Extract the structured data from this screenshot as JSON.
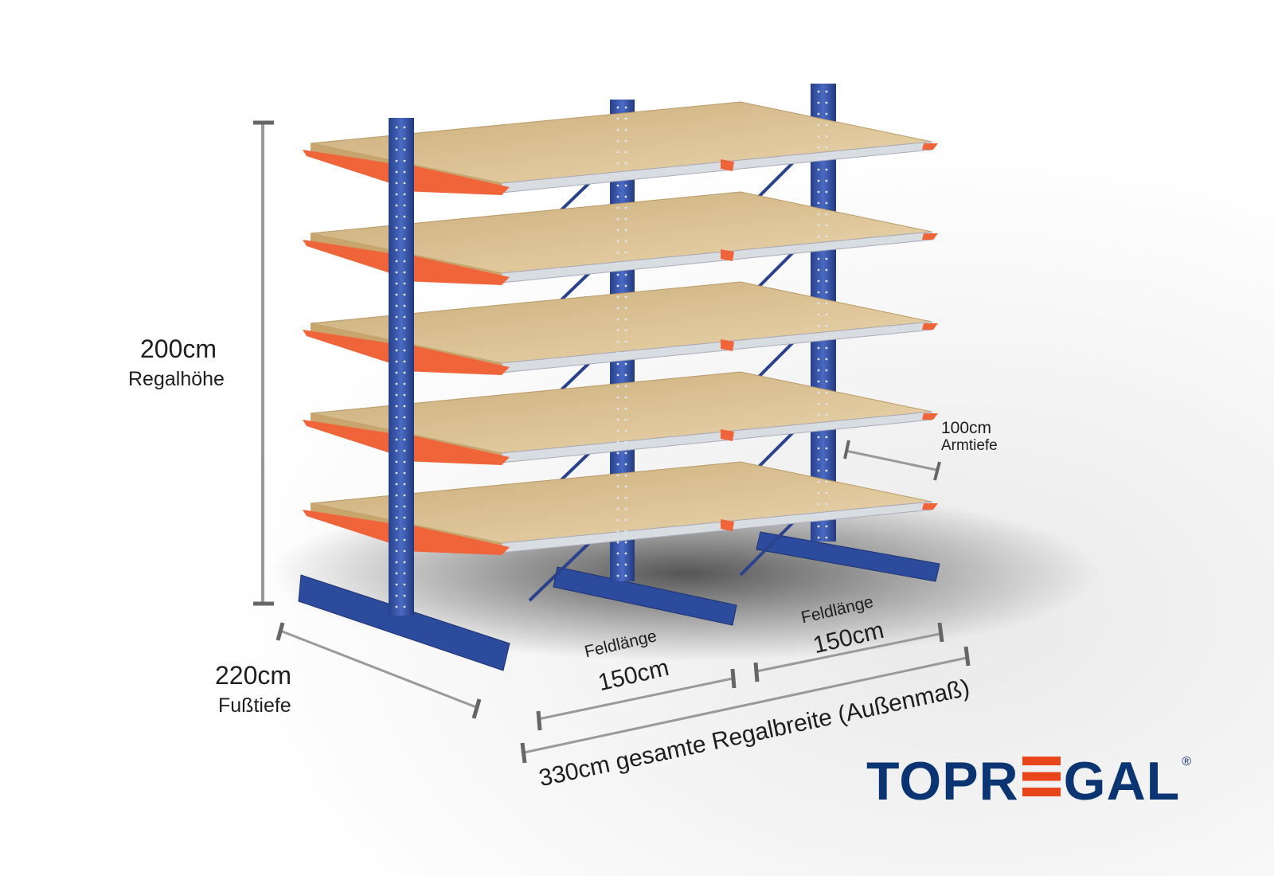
{
  "height_label": {
    "value": "200cm",
    "caption": "Regalhöhe"
  },
  "foot_depth_label": {
    "value": "220cm",
    "caption": "Fußtiefe"
  },
  "arm_depth_label": {
    "value": "100cm",
    "caption": "Armtiefe"
  },
  "bay_1": {
    "caption": "Feldlänge",
    "value": "150cm"
  },
  "bay_2": {
    "caption": "Feldlänge",
    "value": "150cm"
  },
  "total_width_label": "330cm gesamte Regalbreite  (Außenmaß)",
  "logo": {
    "text_left": "TOPR",
    "text_right": "GAL",
    "registered": "®"
  },
  "colors": {
    "upright": "#2f4f9e",
    "arm": "#f0643a",
    "board": "#e2c99a",
    "logo_blue": "#0a3572",
    "logo_orange": "#e8461a"
  }
}
